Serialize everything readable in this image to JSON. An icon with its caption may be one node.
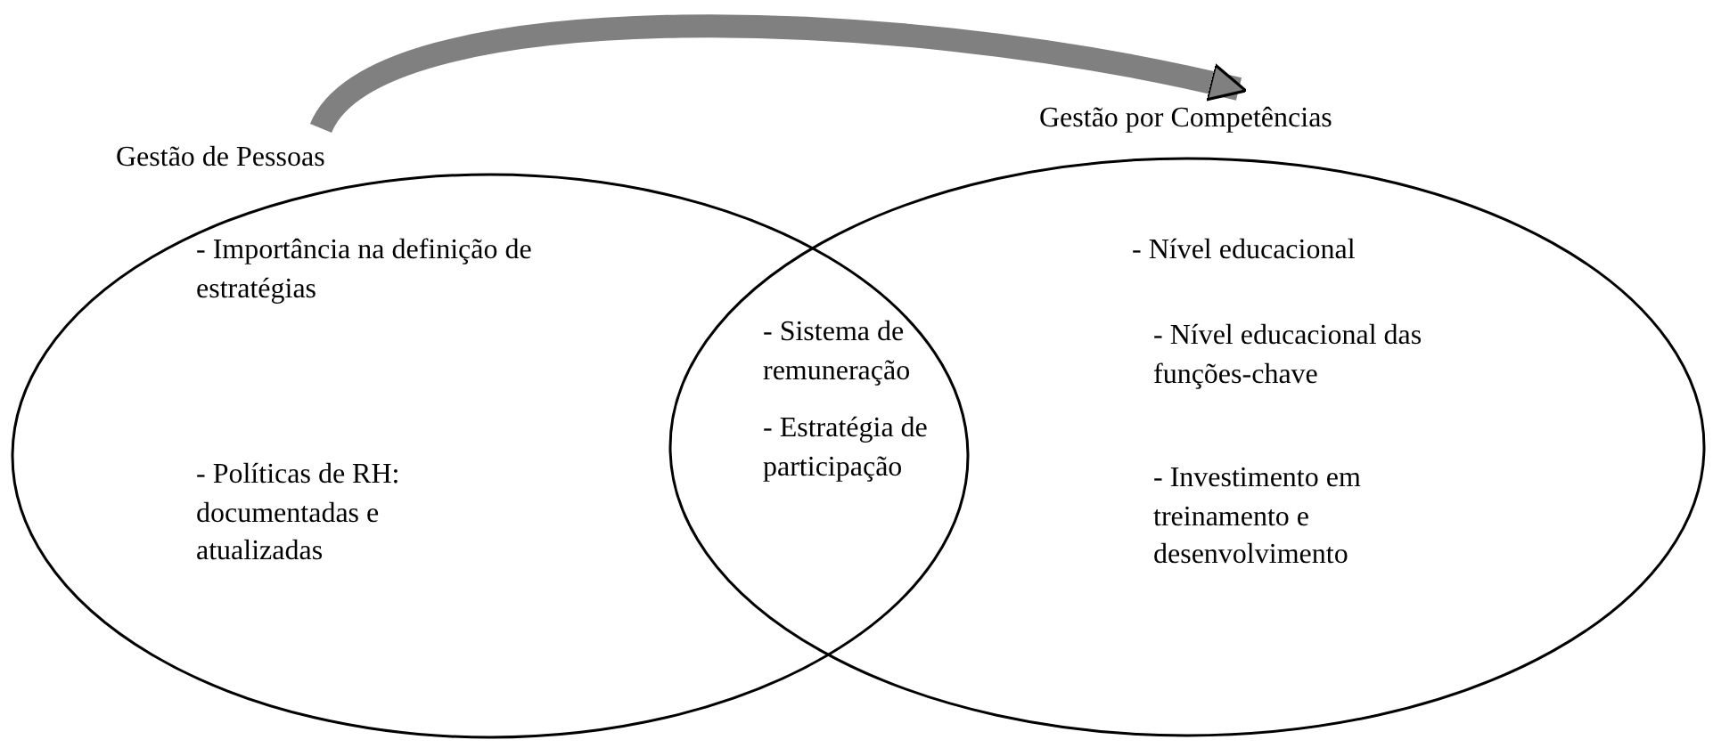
{
  "diagram": {
    "nodes": [
      {
        "text": [
          "Gestão de Pessoas",
          "- Importância na definição de estratégias",
          "- Políticas de RH: documentadas e atualizadas"
        ]
      },
      {
        "text": [
          "Gestão por Competências",
          "- Nível educacional",
          "- Nível educacional das funções-chave",
          "- Investimento em treinamento e desenvolvimento"
        ]
      }
    ],
    "edges": [
      {
        "from": 0,
        "to": 1,
        "arrow": "to",
        "color": "#808080"
      }
    ],
    "labels": [
      "- Sistema de remuneração",
      "- Estratégia de participação"
    ]
  }
}
